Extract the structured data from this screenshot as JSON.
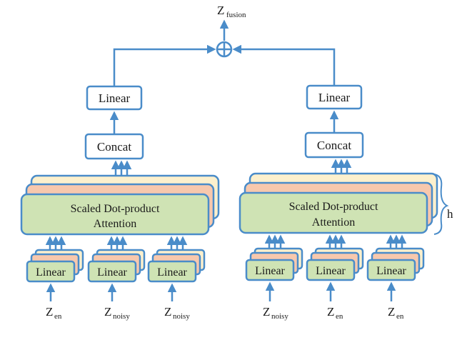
{
  "diagram": {
    "output_main": "Z",
    "output_sub": "fusion",
    "left_branch": {
      "linear_label": "Linear",
      "concat_label": "Concat",
      "attention_line1": "Scaled Dot-product",
      "attention_line2": "Attention",
      "inputs": [
        {
          "main": "Z",
          "sub": "en",
          "linear": "Linear"
        },
        {
          "main": "Z",
          "sub": "noisy",
          "linear": "Linear"
        },
        {
          "main": "Z",
          "sub": "noisy",
          "linear": "Linear"
        }
      ]
    },
    "right_branch": {
      "linear_label": "Linear",
      "concat_label": "Concat",
      "attention_line1": "Scaled Dot-product",
      "attention_line2": "Attention",
      "heads_label": "h",
      "inputs": [
        {
          "main": "Z",
          "sub": "noisy",
          "linear": "Linear"
        },
        {
          "main": "Z",
          "sub": "en",
          "linear": "Linear"
        },
        {
          "main": "Z",
          "sub": "en",
          "linear": "Linear"
        }
      ]
    },
    "colors": {
      "stroke": "#4a8cc9",
      "green": "#cfe3b4",
      "peach": "#f7c8ad",
      "cream": "#fcf0cd"
    }
  }
}
